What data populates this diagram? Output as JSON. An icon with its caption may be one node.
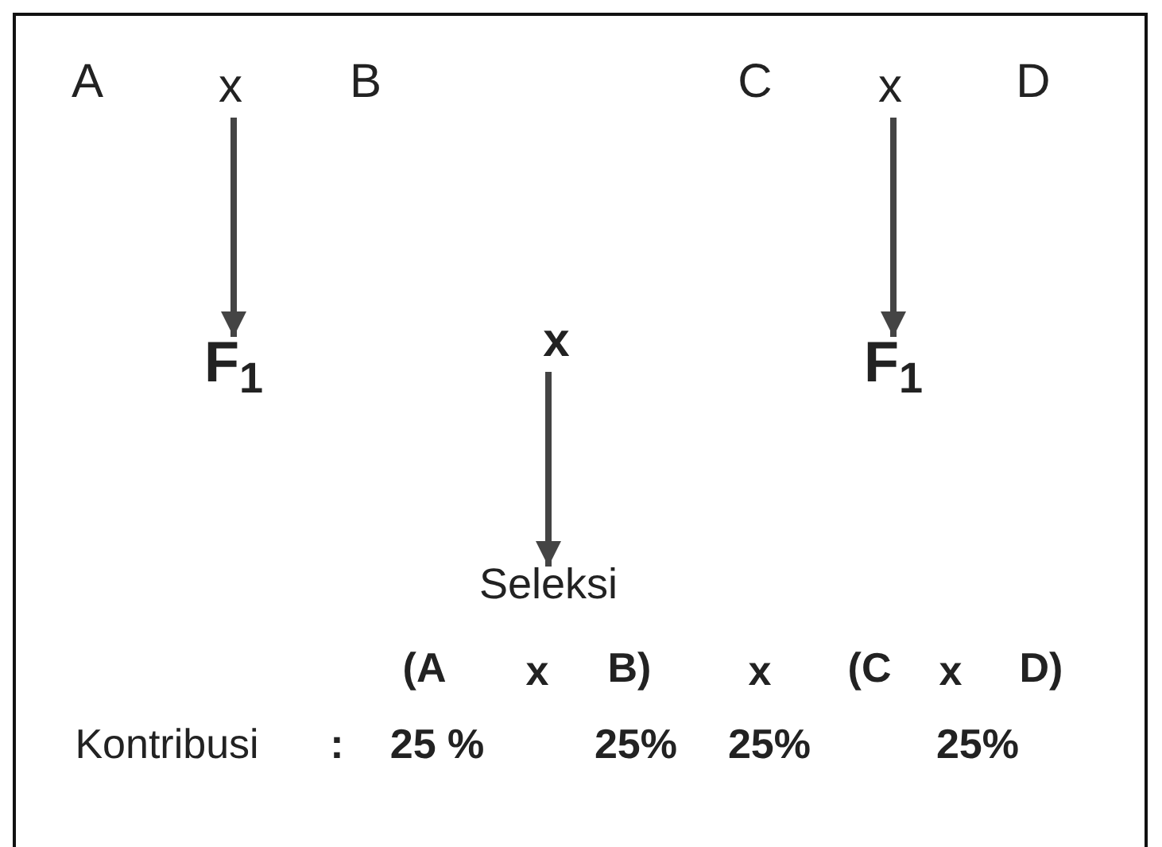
{
  "diagram": {
    "nodes": [
      {
        "text": [
          "x"
        ]
      },
      {
        "text": [
          "F$_{1}$"
        ]
      },
      {
        "text": [
          "x"
        ]
      },
      {
        "text": [
          "F$_{1}$"
        ]
      },
      {
        "text": [
          "x"
        ]
      },
      {
        "text": [
          "Seleksi"
        ]
      }
    ],
    "edges": [
      {
        "from": 0,
        "to": 1,
        "arrow": "to"
      },
      {
        "from": 2,
        "to": 3,
        "arrow": "to"
      },
      {
        "from": 4,
        "to": 5,
        "arrow": "to"
      }
    ],
    "labels": [
      "A",
      "B",
      "C",
      "D",
      "(A",
      "x",
      "B)",
      "x",
      "(C",
      "x",
      "D)",
      "Kontribusi",
      ":",
      "25 %",
      "25%",
      "25%",
      "25%"
    ]
  }
}
